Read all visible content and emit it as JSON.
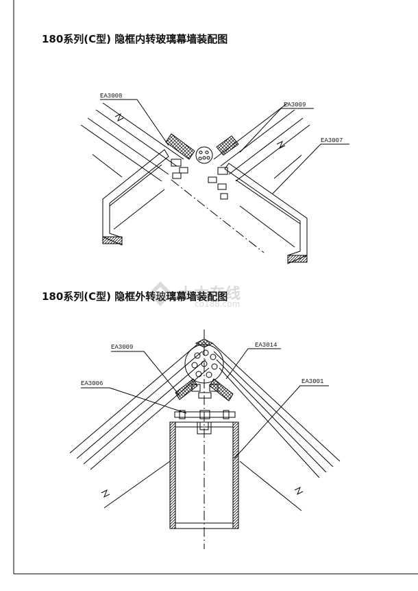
{
  "titles": {
    "inner_corner": "180系列(C型) 隐框内转玻璃幕墙装配图",
    "outer_corner": "180系列(C型) 隐框外转玻璃幕墙装配图"
  },
  "top_diagram": {
    "callouts": [
      "EA3008",
      "EA3009",
      "EA3007"
    ]
  },
  "bottom_diagram": {
    "callouts": [
      "EA3009",
      "EA3014",
      "EA3006",
      "EA3001"
    ]
  },
  "watermark": {
    "main": "土木在线",
    "sub": "co188.com"
  }
}
